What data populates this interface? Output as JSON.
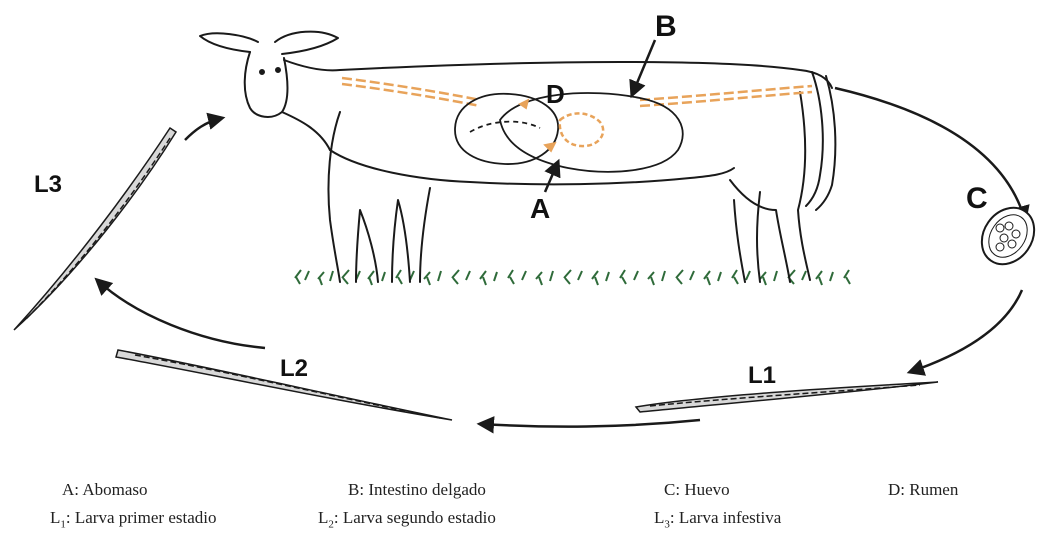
{
  "labels": {
    "A": "A",
    "B": "B",
    "C": "C",
    "D": "D",
    "L1": "L1",
    "L2": "L2",
    "L3": "L3"
  },
  "legend": {
    "row1": [
      {
        "key": "A: ",
        "text": "Abomaso"
      },
      {
        "key": "B: ",
        "text": "Intestino delgado"
      },
      {
        "key": "C: ",
        "text": "Huevo"
      },
      {
        "key": "D: ",
        "text": "Rumen"
      }
    ],
    "row2": [
      {
        "prefix": "L",
        "sub": "1",
        "text": ": Larva primer estadio"
      },
      {
        "prefix": "L",
        "sub": "2",
        "text": ": Larva segundo estadio"
      },
      {
        "prefix": "L",
        "sub": "3",
        "text": ": Larva infestiva"
      }
    ]
  },
  "colors": {
    "ink": "#1a1a1a",
    "intestine": "#e8a35a",
    "grass": "#2f6b3a"
  }
}
